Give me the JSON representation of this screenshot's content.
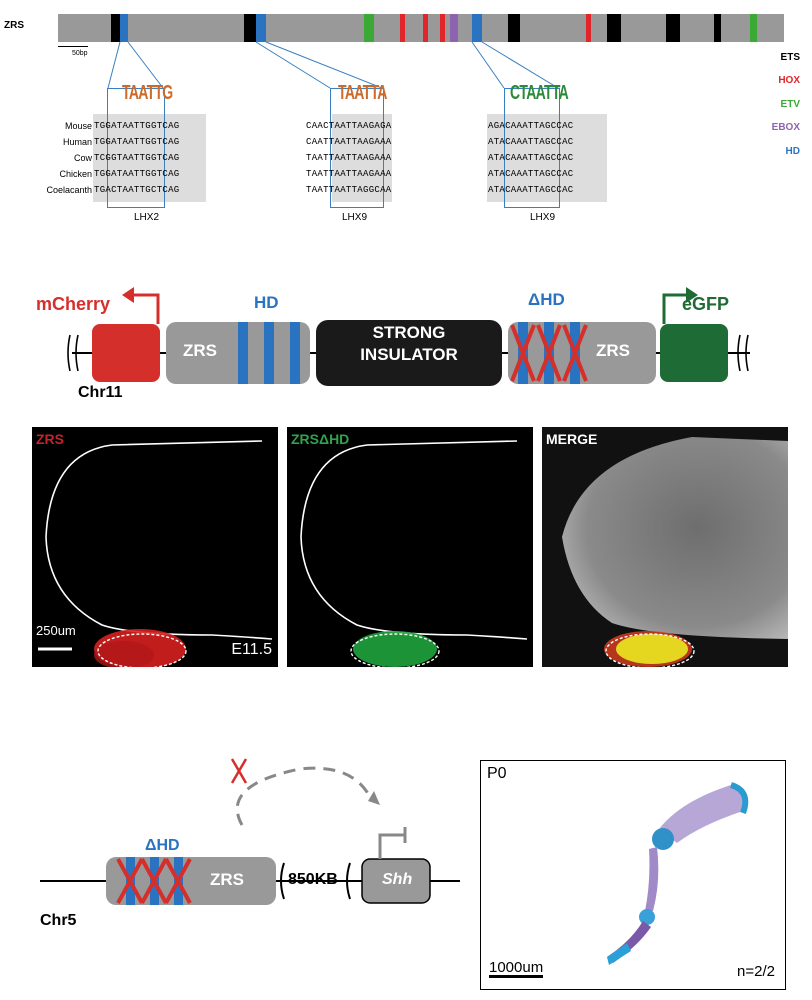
{
  "top": {
    "zrs_label": "ZRS",
    "scale_label": "50bp",
    "legend": [
      {
        "label": "ETS",
        "color": "#000000"
      },
      {
        "label": "HOX",
        "color": "#e0262b"
      },
      {
        "label": "ETV",
        "color": "#3aa935"
      },
      {
        "label": "EBOX",
        "color": "#8e63b0"
      },
      {
        "label": "HD",
        "color": "#2a73c0"
      }
    ],
    "species": [
      "Mouse",
      "Human",
      "Cow",
      "Chicken",
      "Coelacanth"
    ],
    "alignments": [
      {
        "motif": "LHX2",
        "logo": "TAATTG",
        "seqs": [
          "TGGATAATTGGTCAG",
          "TGGATAATTGGTCAG",
          "TCGGTAATTGGTCAG",
          "TGGATAATTGGTCAG",
          "TGACTAATTGCTCAG"
        ]
      },
      {
        "motif": "LHX9",
        "logo": "TAATTA",
        "seqs": [
          "CAACTAATTAAGAGA",
          "CAATTAATTAAGAAA",
          "TAATTAATTAAGAAA",
          "TAATTAATTAAGAAA",
          "TAATTAATTAGGCAA"
        ]
      },
      {
        "motif": "LHX9",
        "logo": "CTAATTA",
        "seqs": [
          "AGACAAATTAGCCAC",
          "ATACAAATTAGCCAC",
          "ATACAAATTAGCCAC",
          "ATACAAATTAGCCAC",
          "ATACAAATTAGCCAC"
        ]
      }
    ]
  },
  "construct1": {
    "mcherry": "mCherry",
    "zrs_left": "ZRS",
    "hd": "HD",
    "insulator_line1": "STRONG",
    "insulator_line2": "INSULATOR",
    "delta_hd": "ΔHD",
    "zrs_right": "ZRS",
    "egfp": "eGFP",
    "chr": "Chr11"
  },
  "images": {
    "panel1_title": "ZRS",
    "panel2_title": "ZRSΔHD",
    "panel3_title": "MERGE",
    "scale": "250um",
    "stage": "E11.5"
  },
  "construct2": {
    "delta_hd": "ΔHD",
    "zrs": "ZRS",
    "distance": "850KB",
    "gene": "Shh",
    "chr": "Chr5"
  },
  "p0": {
    "title": "P0",
    "scale": "1000um",
    "count": "n=2/2"
  }
}
